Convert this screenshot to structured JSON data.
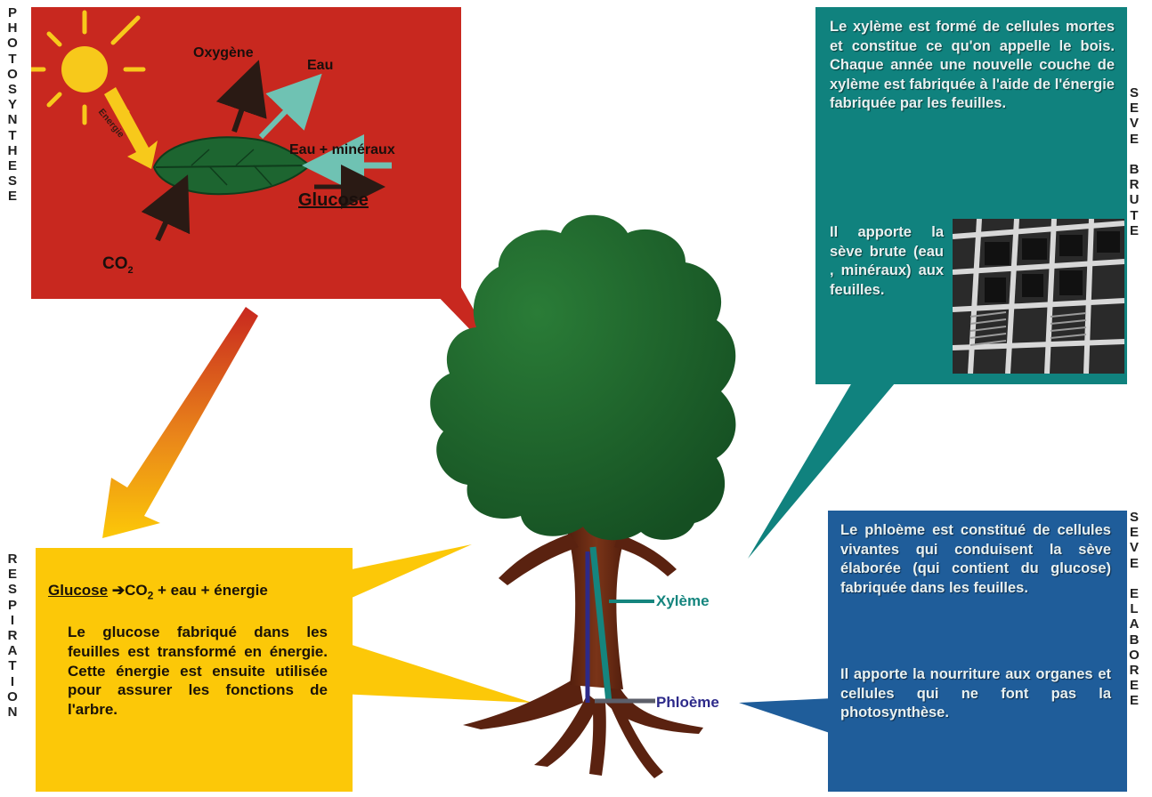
{
  "side_labels": {
    "photosynthese": "PHOTOSYNTHESE",
    "respiration": "RESPIRATION",
    "seve_brute": [
      "SEVE",
      "BRUTE"
    ],
    "seve_elaboree": [
      "SEVE",
      "ELABOREE"
    ]
  },
  "photosynthesis_box": {
    "oxygen": "Oxygène",
    "water": "Eau",
    "energy": "Energie",
    "water_minerals": "Eau + minéraux",
    "glucose": "Glucose",
    "co2": "CO",
    "co2_sub": "2",
    "colors": {
      "background": "#c8281f",
      "leaf": "#1d6530",
      "sun": "#f7c91b",
      "arrow_cyan": "#6fc2b3"
    }
  },
  "respiration_box": {
    "equation_glucose": "Glucose",
    "equation_rest": "CO",
    "equation_sub": "2",
    "equation_tail": " + eau + énergie",
    "arrow": "➔",
    "text": "Le glucose fabriqué dans les feuilles est transformé en énergie. Cette énergie est ensuite utilisée pour assurer les fonctions de l'arbre.",
    "colors": {
      "background": "#fcc808"
    }
  },
  "xylem_box": {
    "text": "Le xylème est formé de cellules mortes et constitue ce qu'on appelle le bois. Chaque année une nouvelle couche de xylème est fabriquée à l'aide de l'énergie fabriquée par les feuilles.",
    "text2": "Il apporte la sève brute (eau , minéraux) aux feuilles.",
    "image_icon": "xylem-micrograph",
    "colors": {
      "background": "#10827e"
    }
  },
  "phloem_box": {
    "text": "Le phloème est constitué de cellules vivantes qui conduisent la sève élaborée (qui contient du glucose) fabriquée dans les feuilles.",
    "text2": "Il apporte la nourriture aux organes et cellules qui ne font pas la photosynthèse.",
    "colors": {
      "background": "#1f5d9a"
    }
  },
  "tree_labels": {
    "xylem": "Xylème",
    "phloem": "Phloème",
    "colors": {
      "xylem": "#15857e",
      "phloem": "#2d2a8a",
      "foliage": "#1f6a2d",
      "trunk": "#6b2a12"
    }
  }
}
